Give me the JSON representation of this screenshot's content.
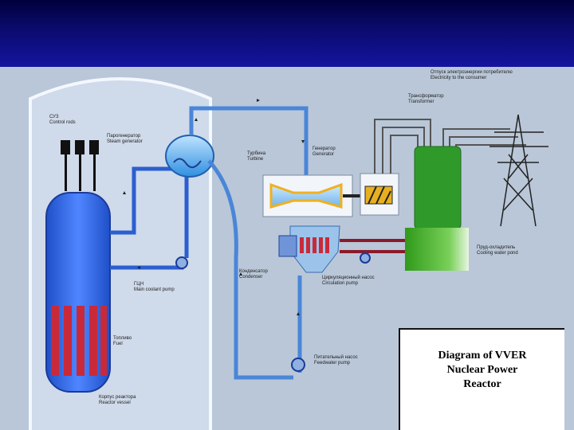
{
  "caption": {
    "lines": [
      "Diagram of VVER",
      "Nuclear Power",
      "Reactor"
    ]
  },
  "labels": {
    "control_rods": [
      "СУЗ",
      "Control rods"
    ],
    "steam_generator": [
      "Парогенератор",
      "Steam generator"
    ],
    "turbine": [
      "Турбина",
      "Turbine"
    ],
    "generator": [
      "Генератор",
      "Generator"
    ],
    "transformer": [
      "Трансформатор",
      "Transformer"
    ],
    "electricity": [
      "Отпуск электроэнергии потребителю",
      "Electricity to the consumer"
    ],
    "main_pump": [
      "ГЦН",
      "Main coolant pump"
    ],
    "fuel": [
      "Топливо",
      "Fuel"
    ],
    "reactor_vessel": [
      "Корпус реактора",
      "Reactor vessel"
    ],
    "condenser": [
      "Конденсатор",
      "Condenser"
    ],
    "circulation_pump": [
      "Циркуляционный насос",
      "Circulation pump"
    ],
    "cooling_water": [
      "Пруд-охладитель",
      "Cooling water pond"
    ],
    "feedwater_pump": [
      "Питательный насос",
      "Feedwater pump"
    ]
  },
  "colors": {
    "slide_background": "#0a0a78",
    "diagram_background": "#b9c7d8",
    "primary_loop": "#2b5fd0",
    "secondary_loop": "#4a86d8",
    "fuel_rods": "#c82a3a",
    "transformer": "#2f9a2a",
    "generator": "#e8b020",
    "cooling_water": "#3fae2a"
  }
}
